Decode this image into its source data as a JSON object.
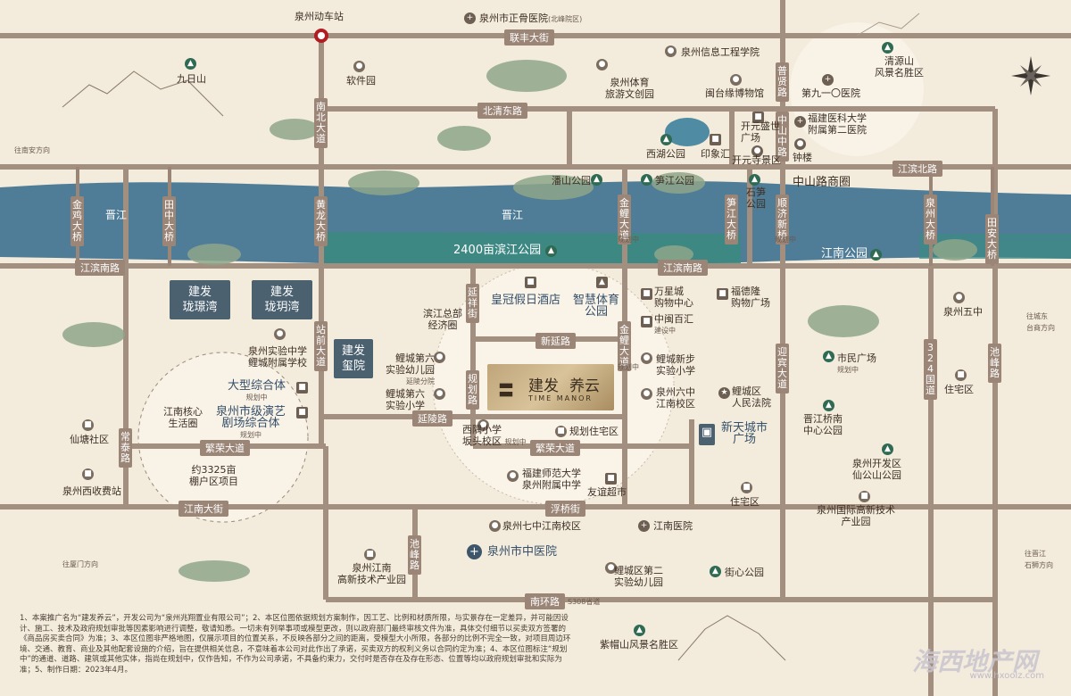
{
  "map": {
    "river_labels": [
      "晋江",
      "晋江"
    ],
    "roads_h": [
      "联丰大街",
      "北清东路",
      "江滨北路",
      "江滨南路",
      "江滨南路",
      "新延路",
      "延陵路",
      "繁荣大道",
      "繁荣大道",
      "江南大街",
      "浮桥街",
      "南环路"
    ],
    "roads_v": [
      "南北大道",
      "金鸡大桥",
      "田中大桥",
      "黄龙大桥",
      "站前大道",
      "常泰路",
      "池峰路",
      "延祥街",
      "规划路",
      "金鲤大道",
      "笋江大桥",
      "顺济新桥",
      "迎宾大道",
      "普贤路",
      "中山中路",
      "泉州大桥",
      "田安大桥",
      "池峰路",
      "324国道"
    ],
    "road_sub": [
      "规划中",
      "规划中",
      "规划中",
      "S308省道"
    ],
    "projects": [
      "建发\n珑璟湾",
      "建发\n珑玥湾",
      "建发\n玺院"
    ],
    "logo": {
      "cn1": "建发",
      "cn2": "养云",
      "en": "TIME MANOR"
    },
    "pois": [
      {
        "t": "泉州动车站"
      },
      {
        "t": "泉州市正骨医院",
        "s": "(北峰院区)"
      },
      {
        "t": "泉州信息工程学院"
      },
      {
        "t": "九日山"
      },
      {
        "t": "软件园"
      },
      {
        "t": "泉州体育\n旅游文创园"
      },
      {
        "t": "闽台缘博物馆"
      },
      {
        "t": "清源山\n风景名胜区"
      },
      {
        "t": "第九一〇医院"
      },
      {
        "t": "福建医科大学\n附属第二医院"
      },
      {
        "t": "开元盛世\n广场"
      },
      {
        "t": "西湖公园"
      },
      {
        "t": "印象汇"
      },
      {
        "t": "开元寺景区"
      },
      {
        "t": "钟楼"
      },
      {
        "t": "潘山公园"
      },
      {
        "t": "笋江公园"
      },
      {
        "t": "石笋\n公园"
      },
      {
        "t": "中山路商圈"
      },
      {
        "t": "2400亩滨江公园"
      },
      {
        "t": "江南公园"
      },
      {
        "t": "皇冠假日酒店"
      },
      {
        "t": "智慧体育\n公园"
      },
      {
        "t": "滨江总部\n经济圈"
      },
      {
        "t": "万星城\n购物中心"
      },
      {
        "t": "福德隆\n购物广场"
      },
      {
        "t": "中闽百汇",
        "s": "建设中"
      },
      {
        "t": "泉州五中"
      },
      {
        "t": "泉州实验中学\n鲤城附属学校"
      },
      {
        "t": "鲤城第六\n实验幼儿园",
        "s": "延陵分院"
      },
      {
        "t": "鲤城新步\n实验小学"
      },
      {
        "t": "市民广场",
        "s": "规划中"
      },
      {
        "t": "鲤城第六\n实验小学"
      },
      {
        "t": "泉州六中\n江南校区"
      },
      {
        "t": "鲤城区\n人民法院"
      },
      {
        "t": "住宅区"
      },
      {
        "t": "大型综合体",
        "s": "规划中"
      },
      {
        "t": "泉州市级演艺\n剧场综合体",
        "s": "规划中"
      },
      {
        "t": "江南核心\n生活圈"
      },
      {
        "t": "晋江桥南\n中心公园"
      },
      {
        "t": "仙塘社区"
      },
      {
        "t": "西隅小学\n坂头校区",
        "s": "规划中"
      },
      {
        "t": "规划住宅区"
      },
      {
        "t": "新天城市\n广场"
      },
      {
        "t": "泉州开发区\n仙公山公园"
      },
      {
        "t": "约3325亩\n棚户区项目"
      },
      {
        "t": "福建师范大学\n泉州附属中学"
      },
      {
        "t": "泉州西收费站"
      },
      {
        "t": "友谊超市"
      },
      {
        "t": "住宅区"
      },
      {
        "t": "泉州国际高新技术\n产业园"
      },
      {
        "t": "泉州七中江南校区"
      },
      {
        "t": "江南医院"
      },
      {
        "t": "泉州市中医院"
      },
      {
        "t": "泉州江南\n高新技术产业园"
      },
      {
        "t": "鲤城区第二\n实验幼儿园"
      },
      {
        "t": "街心公园"
      },
      {
        "t": "紫帽山风景名胜区"
      },
      {
        "t": "往南安方向"
      },
      {
        "t": "往厦门方向"
      },
      {
        "t": "往城东\n台商方向"
      },
      {
        "t": "往晋江\n石狮方向"
      }
    ],
    "footnote": "1、本案推广名为“建发养云”，开发公司为“泉州兆翔置业有限公司”；2、本区位图依据规划方案制作，因工艺、比例和材质所限，与实景存在一定差异，并可能因设计、施工、技术及政府规划审批等因素影响进行调整，敬请知悉。一切未有列举事项或模型更改，则以政府部门最终审核文件为准，具体交付细节以买卖双方签署的《商品房买卖合同》为准；3、本区位图非严格地图，仅展示项目的位置关系，不反映各部分之间的距离，受模型大小所限，各部分的比例不完全一致，对项目周边环境、交通、教育、商业及其他配套设施的介绍，旨在提供相关信息，不意味着本公司对此作出了承诺，买卖双方的权利义务以合同约定为准；4、本区位图标注“规划中”的通道、道路、建筑或其他实体，指尚在规划中，仅作告知，不作为公司承诺，不具备约束力，交付时是否存在及存在形态、位置等均以政府规划审批和实际为准；5、制作日期：2023年4月。",
    "watermark": "海西地产网",
    "watermark_url": "www.hxoolz.com",
    "colors": {
      "bg": "#f3ebdc",
      "road": "#9a8576",
      "river": "#4f7c97",
      "bank": "#3c8a82",
      "box": "#4b6170",
      "tree": "#2f6a52"
    }
  }
}
